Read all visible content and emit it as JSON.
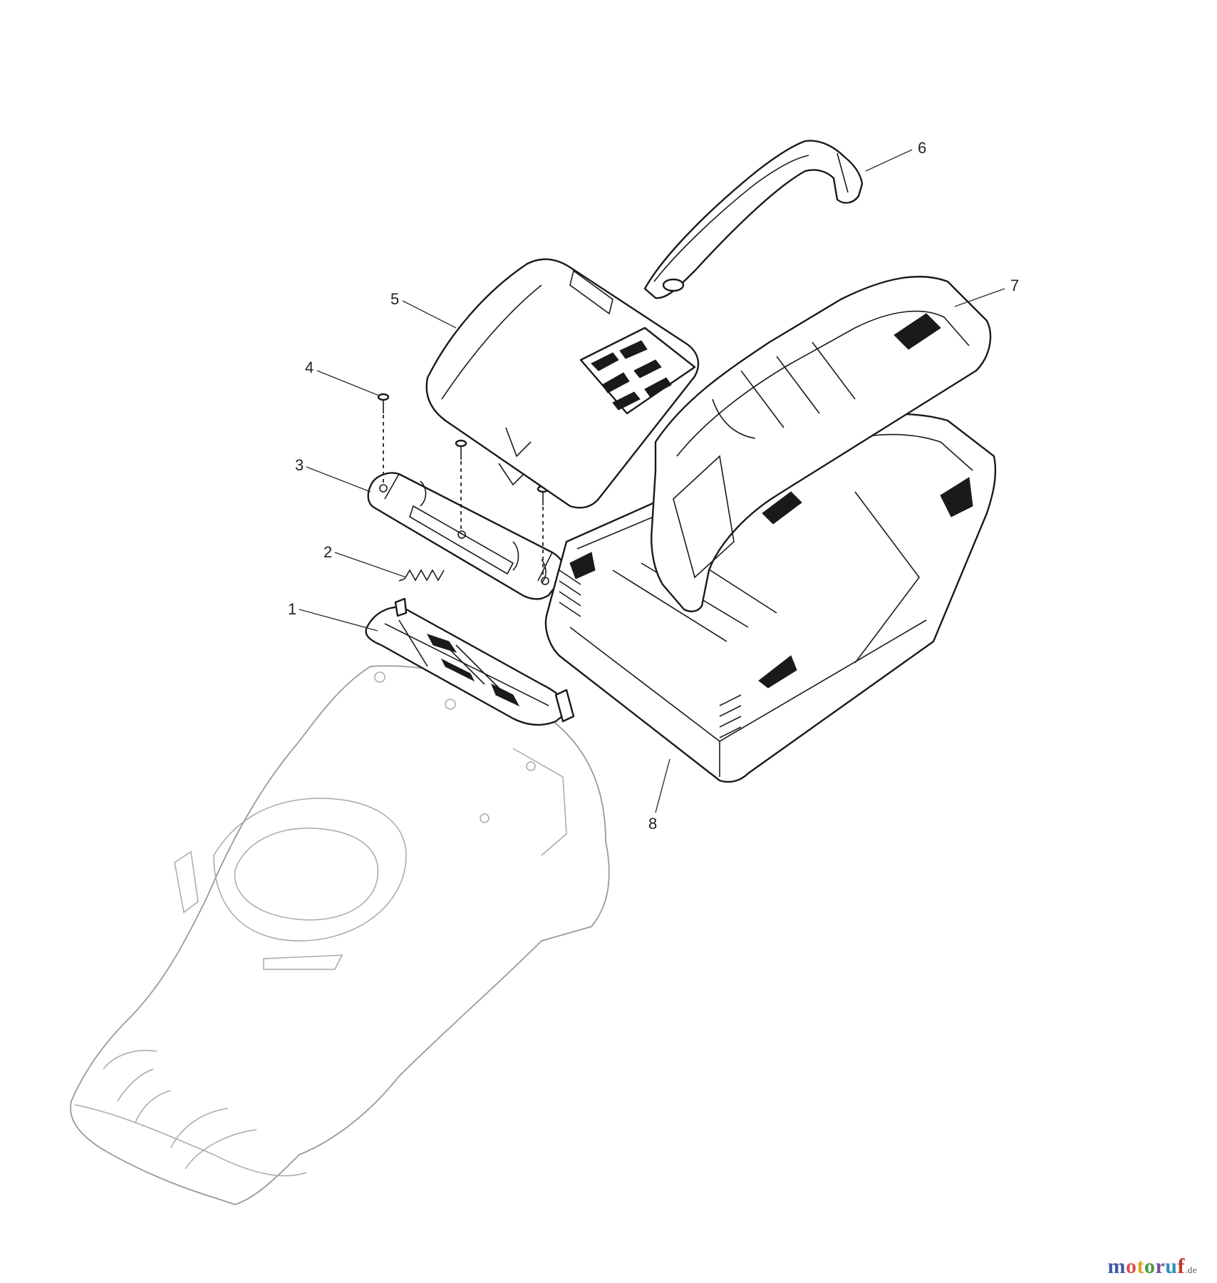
{
  "callouts": [
    {
      "id": "1",
      "label": "1"
    },
    {
      "id": "2",
      "label": "2"
    },
    {
      "id": "3",
      "label": "3"
    },
    {
      "id": "4",
      "label": "4"
    },
    {
      "id": "5",
      "label": "5"
    },
    {
      "id": "6",
      "label": "6"
    },
    {
      "id": "7",
      "label": "7"
    },
    {
      "id": "8",
      "label": "8"
    }
  ],
  "watermark": {
    "brand": "motoruf",
    "tld": ".de",
    "colors": [
      "#3b5aa8",
      "#d9534f",
      "#e2a21b",
      "#4a9a3f",
      "#7a4fa0",
      "#2f8fbf",
      "#c0392b"
    ]
  }
}
